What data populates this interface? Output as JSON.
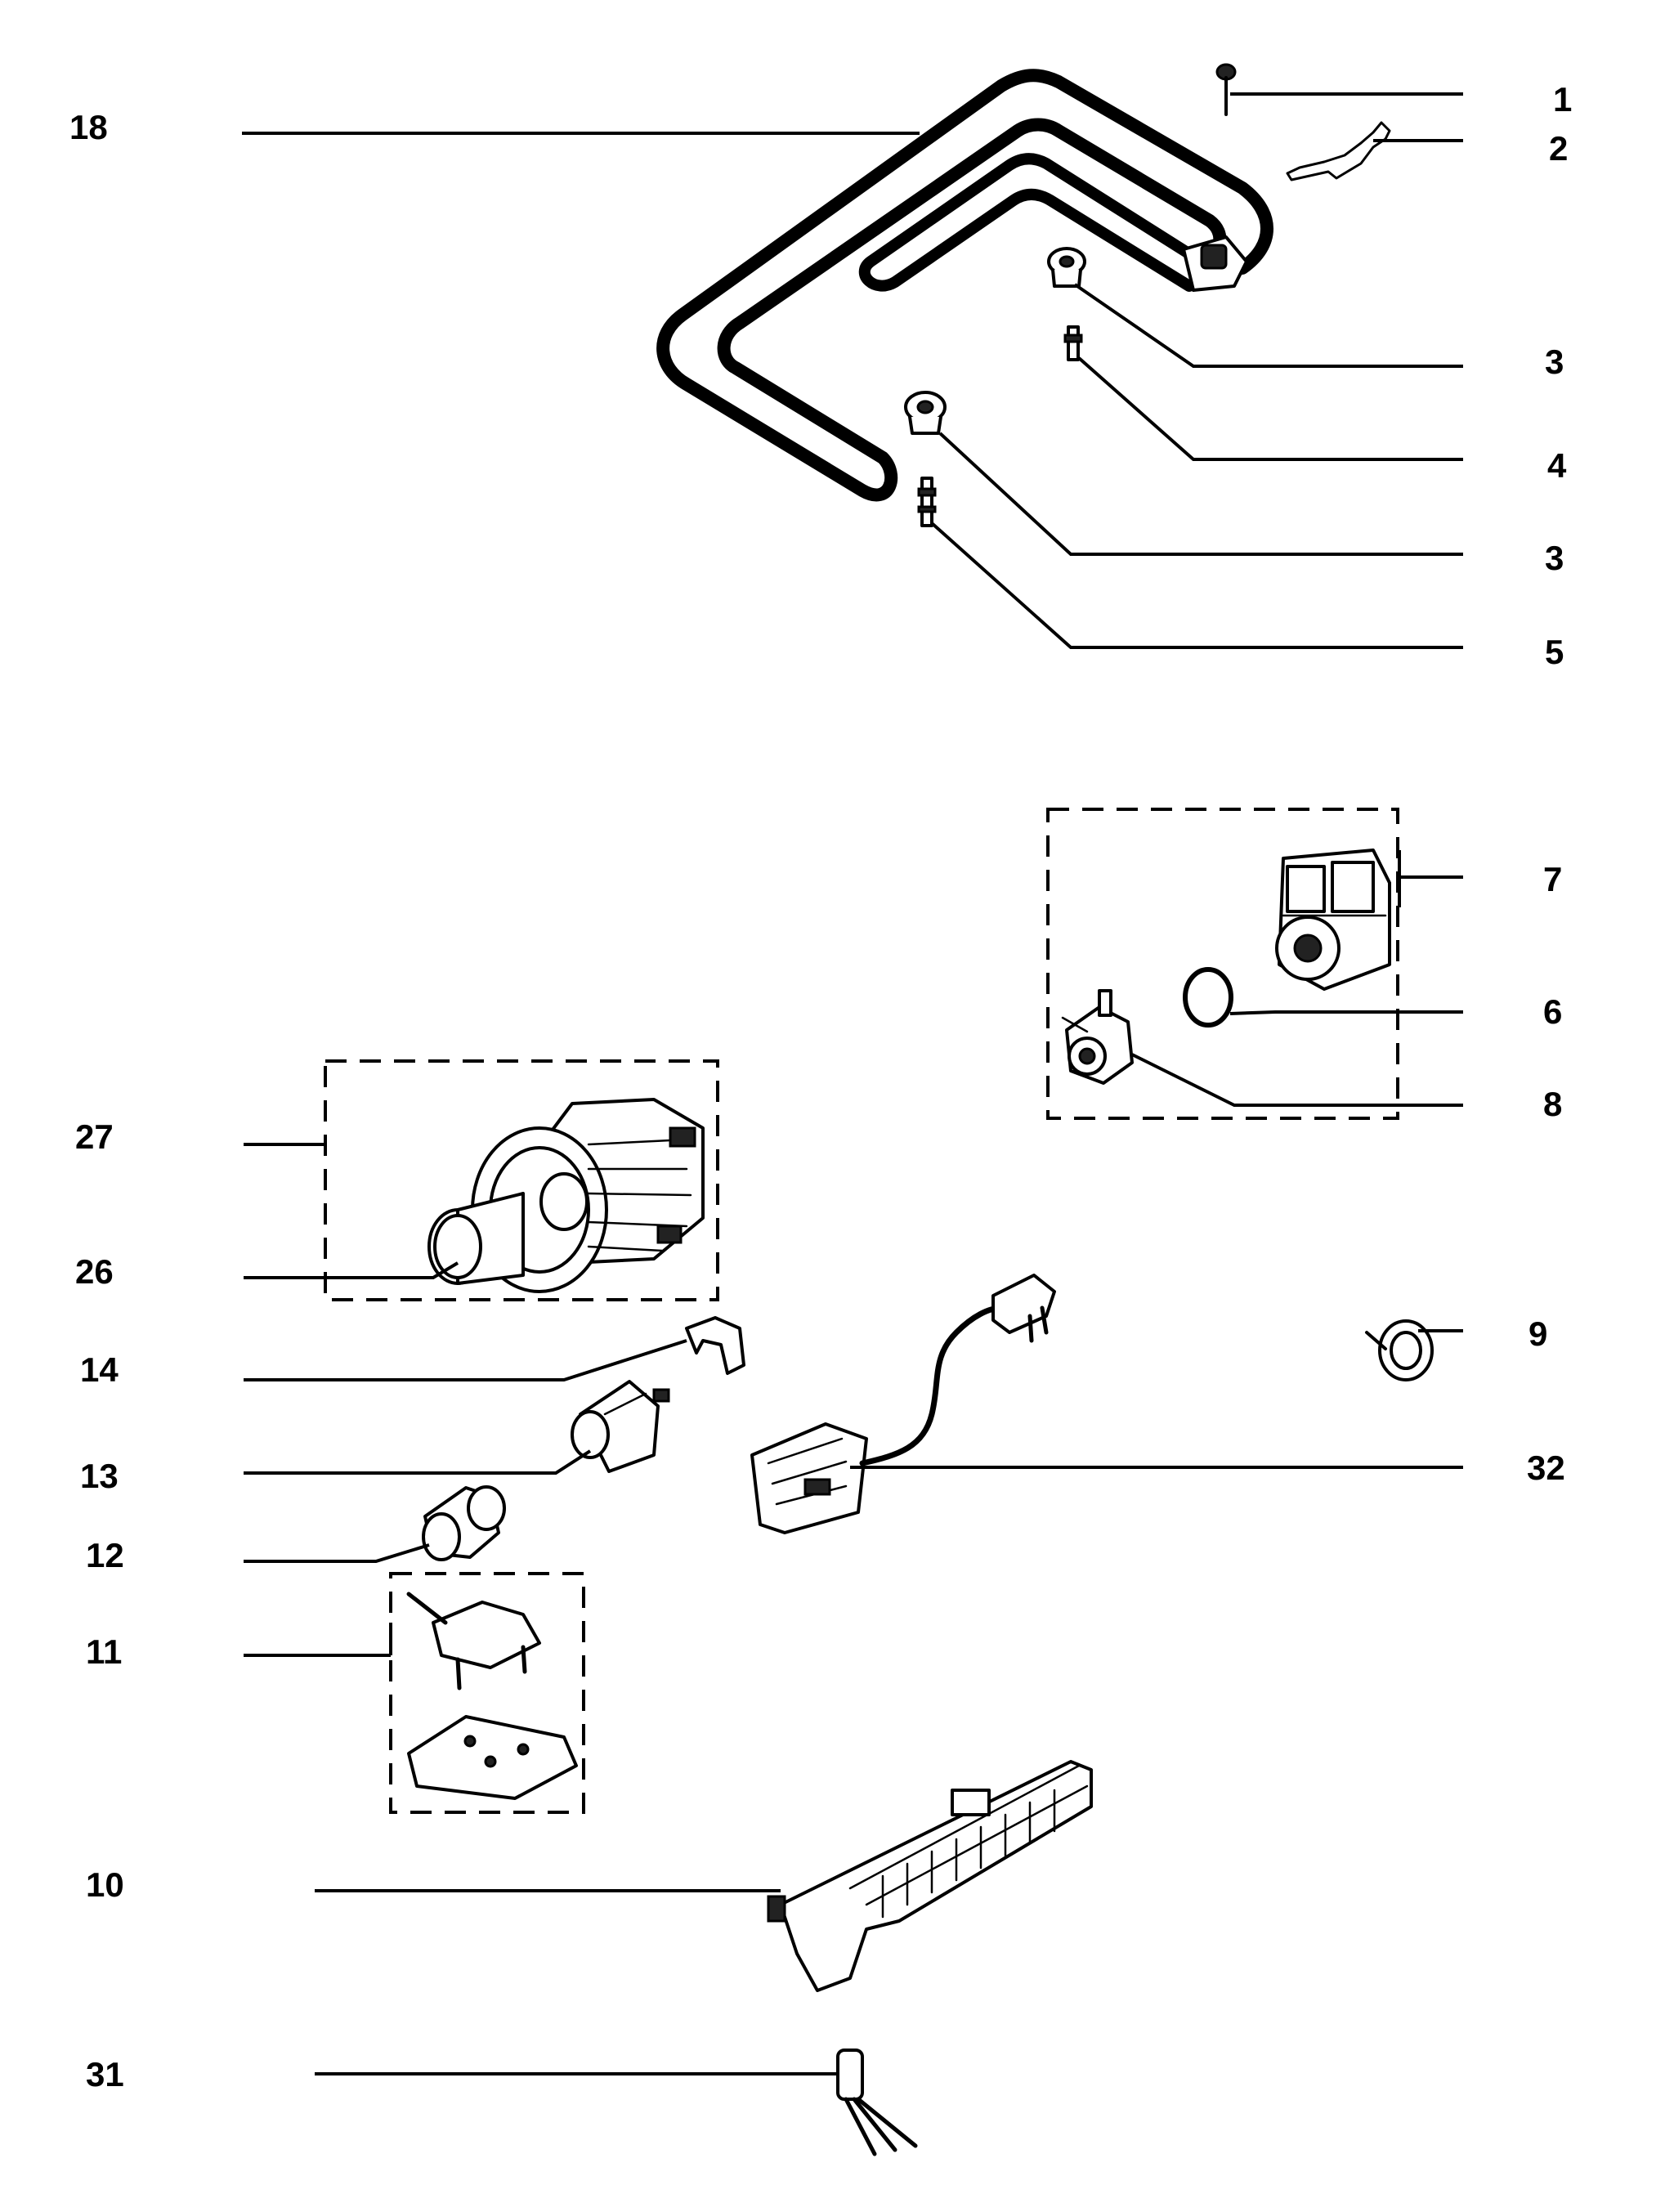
{
  "labels": {
    "l1": "1",
    "l2": "2",
    "l3a": "3",
    "l4": "4",
    "l3b": "3",
    "l5": "5",
    "l18": "18",
    "l7": "7",
    "l6": "6",
    "l8": "8",
    "l27": "27",
    "l26": "26",
    "l9": "9",
    "l14": "14",
    "l32": "32",
    "l13": "13",
    "l12": "12",
    "l11": "11",
    "l10": "10",
    "l31": "31"
  }
}
